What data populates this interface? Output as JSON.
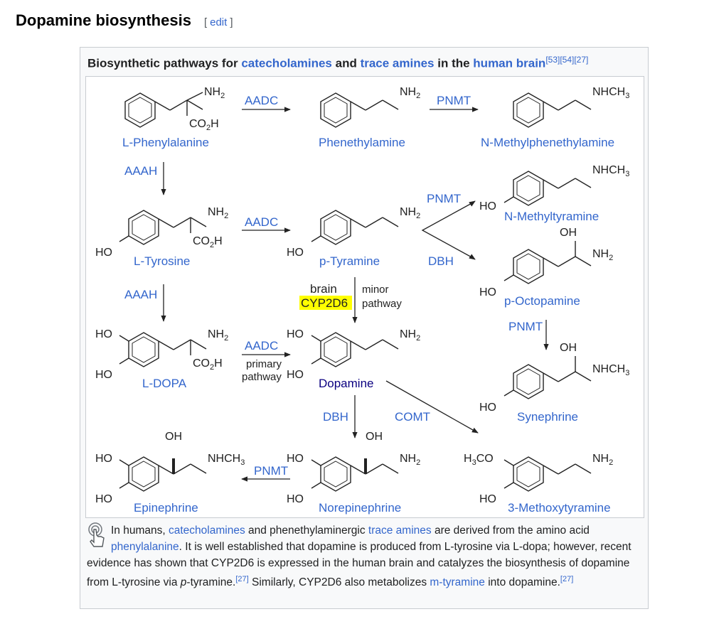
{
  "section": {
    "title": "Dopamine biosynthesis",
    "edit_label": "edit"
  },
  "box": {
    "title_pre": "Biosynthetic pathways for ",
    "title_link1": "catecholamines",
    "title_mid1": " and ",
    "title_link2": "trace amines",
    "title_mid2": " in the ",
    "title_link3": "human brain",
    "title_refs": "[53][54][27]"
  },
  "compounds": {
    "phenylalanine": "L-Phenylalanine",
    "phenethylamine": "Phenethylamine",
    "nmethylphenethylamine": "N-Methylphenethylamine",
    "tyrosine": "L-Tyrosine",
    "ptyramine": "p-Tyramine",
    "nmethyltyramine": "N-Methyltyramine",
    "poctopamine": "p-Octopamine",
    "ldopa": "L-DOPA",
    "dopamine": "Dopamine",
    "synephrine": "Synephrine",
    "epinephrine": "Epinephrine",
    "norepinephrine": "Norepinephrine",
    "methoxytyramine": "3-Methoxytyramine"
  },
  "enzymes": {
    "aadc": "AADC",
    "pnmt": "PNMT",
    "aaah": "AAAH",
    "dbh": "DBH",
    "comt": "COMT",
    "cyp2d6": "CYP2D6"
  },
  "annotations": {
    "brain": "brain",
    "minor": "minor",
    "pathway": "pathway",
    "primary": "primary"
  },
  "groups": {
    "nh2": "NH",
    "nhch3": "NHCH",
    "co2h": "CO",
    "co2h_tail": "H",
    "ho": "HO",
    "oh": "OH",
    "h3co": "H",
    "h3co_tail": "CO",
    "sub2": "2",
    "sub3": "3"
  },
  "caption": {
    "t1": "In humans, ",
    "l1": "catecholamines",
    "t2": " and phenethylaminergic ",
    "l2": "trace amines",
    "t3": " are derived from the amino acid ",
    "l3": "phenylalanine",
    "t4": ". It is well established that dopamine is produced from L-tyrosine via L-dopa; however, recent evidence has shown that CYP2D6 is expressed in the human brain and catalyzes the biosynthesis of dopamine from L-tyrosine via ",
    "t5": "p",
    "t6": "-tyramine.",
    "ref1": "[27]",
    "t7": " Similarly, CYP2D6 also metabolizes ",
    "l4": "m-tyramine",
    "t8": " into dopamine.",
    "ref2": "[27]"
  },
  "colors": {
    "link": "#3366cc",
    "highlight": "#ffff00",
    "text": "#202122",
    "border": "#c8ccd1",
    "panel": "#f8f9fa"
  }
}
